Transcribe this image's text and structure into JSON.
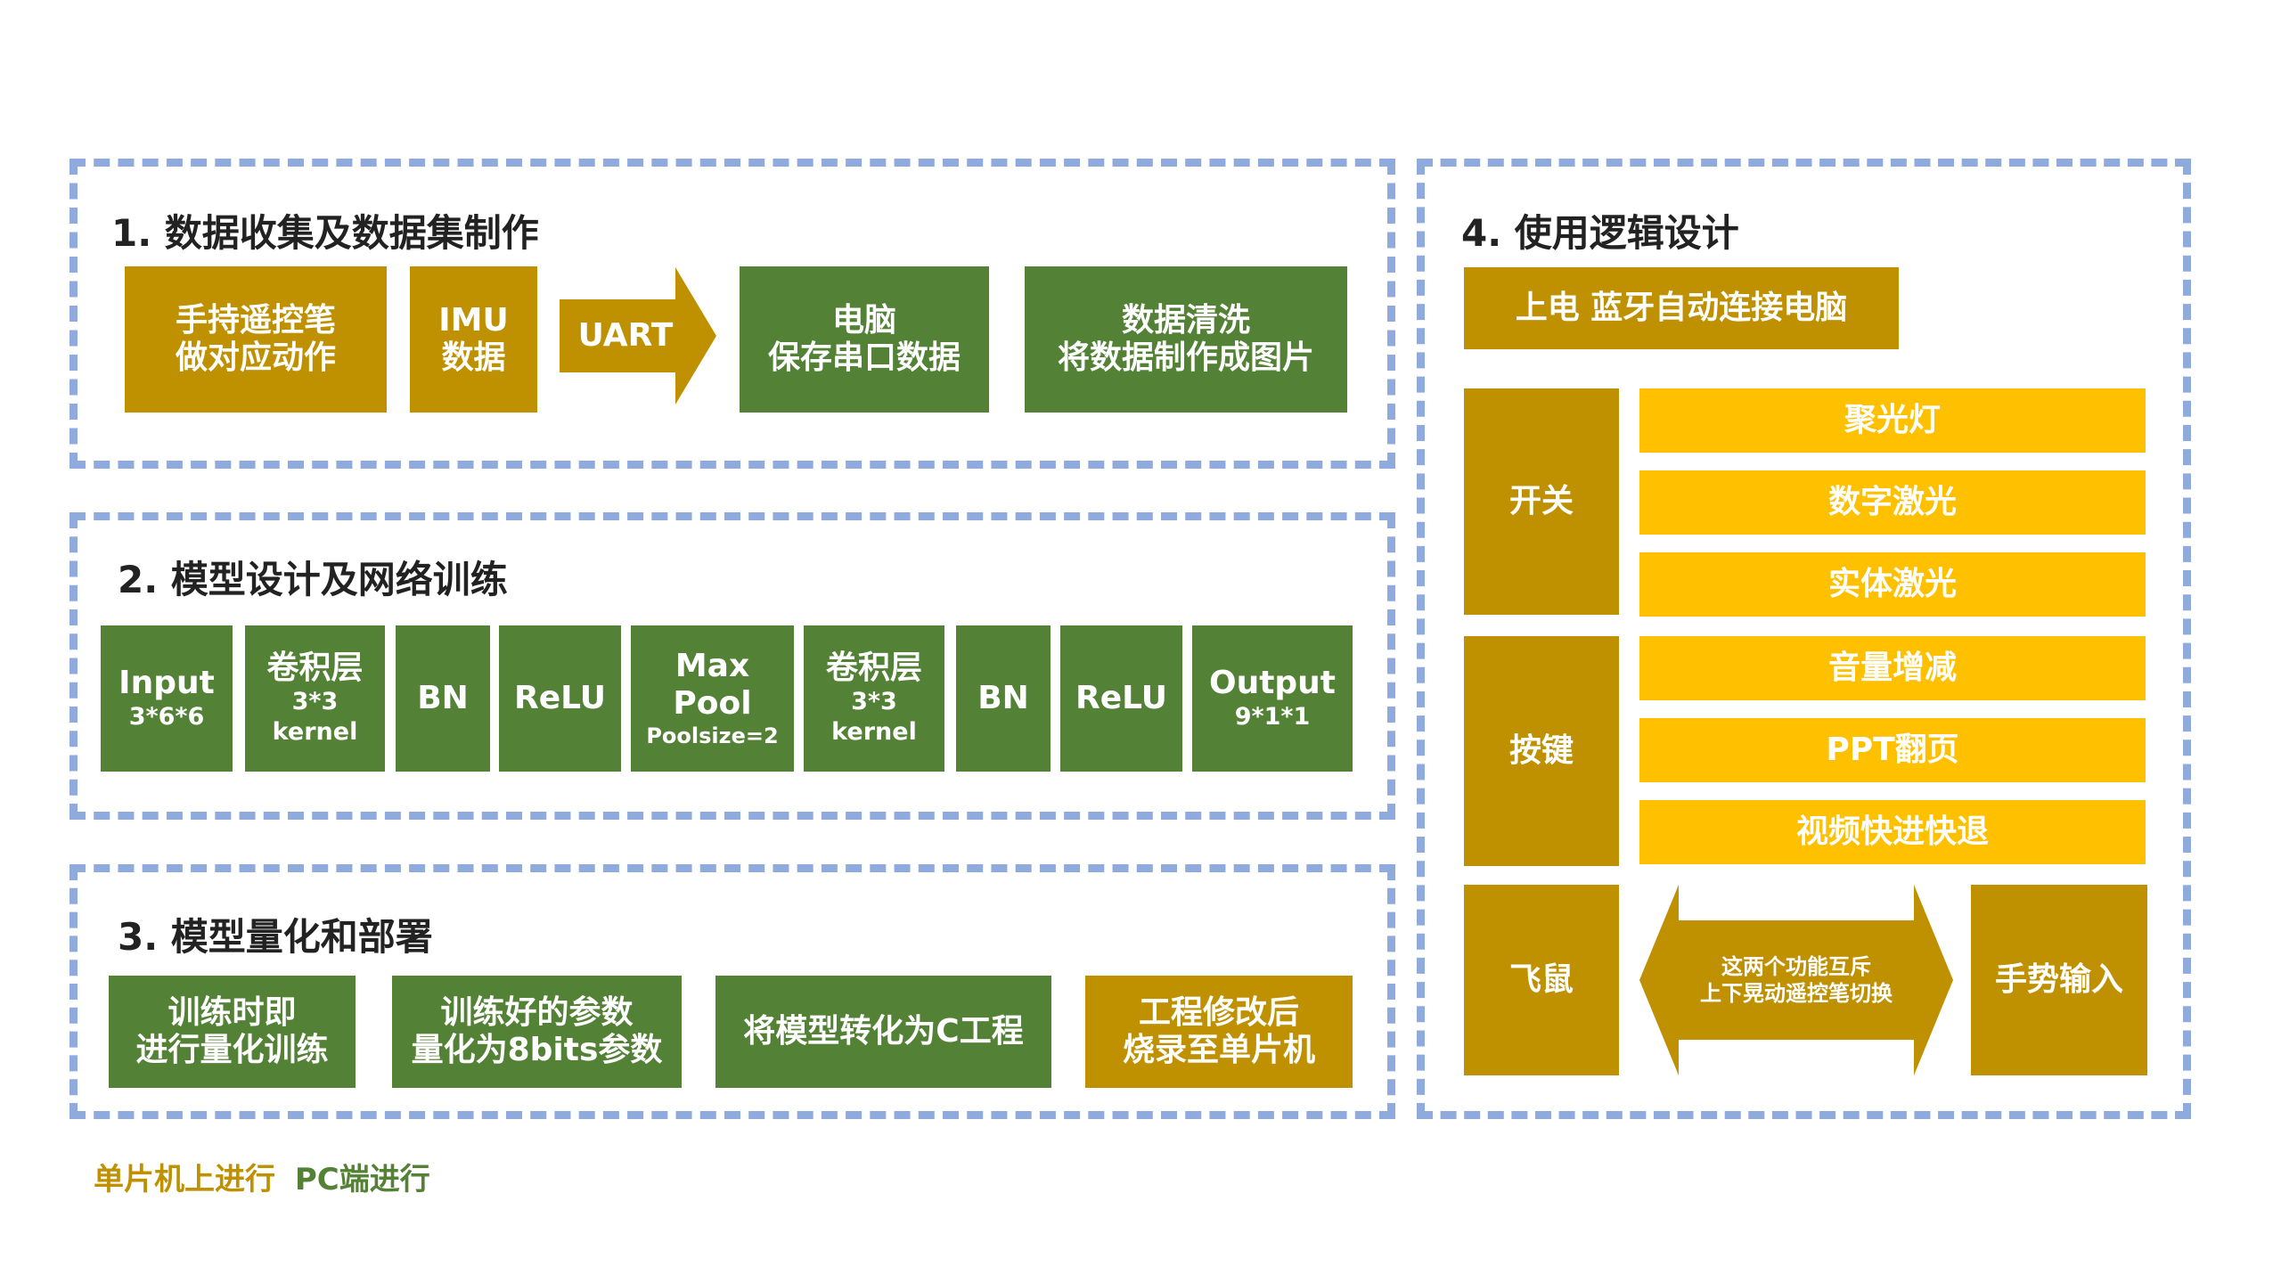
{
  "colors": {
    "pc_green": "#538135",
    "mcu_gold": "#bf9000",
    "feature_yellow": "#ffc000",
    "dashed_border": "#8faadc"
  },
  "panel1": {
    "title": "1. 数据收集及数据集制作",
    "box_pen": [
      "手持遥控笔",
      "做对应动作"
    ],
    "box_imu": [
      "IMU",
      "数据"
    ],
    "arrow_uart": "UART",
    "box_pc": [
      "电脑",
      "保存串口数据"
    ],
    "box_clean": [
      "数据清洗",
      "将数据制作成图片"
    ]
  },
  "panel2": {
    "title": "2. 模型设计及网络训练",
    "layers": [
      {
        "main": "Input",
        "sub": "3*6*6"
      },
      {
        "main": "卷积层",
        "sub": "3*3",
        "sub2": "kernel"
      },
      {
        "main": "BN"
      },
      {
        "main": "ReLU"
      },
      {
        "main": "Max",
        "main2": "Pool",
        "sub": "Poolsize=2"
      },
      {
        "main": "卷积层",
        "sub": "3*3",
        "sub2": "kernel"
      },
      {
        "main": "BN"
      },
      {
        "main": "ReLU"
      },
      {
        "main": "Output",
        "sub": "9*1*1"
      }
    ]
  },
  "panel3": {
    "title": "3. 模型量化和部署",
    "box_qat": [
      "训练时即",
      "进行量化训练"
    ],
    "box_quant": [
      "训练好的参数",
      "量化为8bits参数"
    ],
    "box_convert": "将模型转化为C工程",
    "box_flash": [
      "工程修改后",
      "烧录至单片机"
    ]
  },
  "panel4": {
    "title": "4. 使用逻辑设计",
    "power_on": "上电 蓝牙自动连接电脑",
    "switch_label": "开关",
    "switch_items": [
      "聚光灯",
      "数字激光",
      "实体激光"
    ],
    "key_label": "按键",
    "key_items": [
      "音量增减",
      "PPT翻页",
      "视频快进快退"
    ],
    "mouse_label": "飞鼠",
    "mutex_arrow": [
      "这两个功能互斥",
      "上下晃动遥控笔切换"
    ],
    "gesture_input": "手势输入"
  },
  "legend": {
    "mcu": "单片机上进行",
    "pc": "PC端进行"
  }
}
